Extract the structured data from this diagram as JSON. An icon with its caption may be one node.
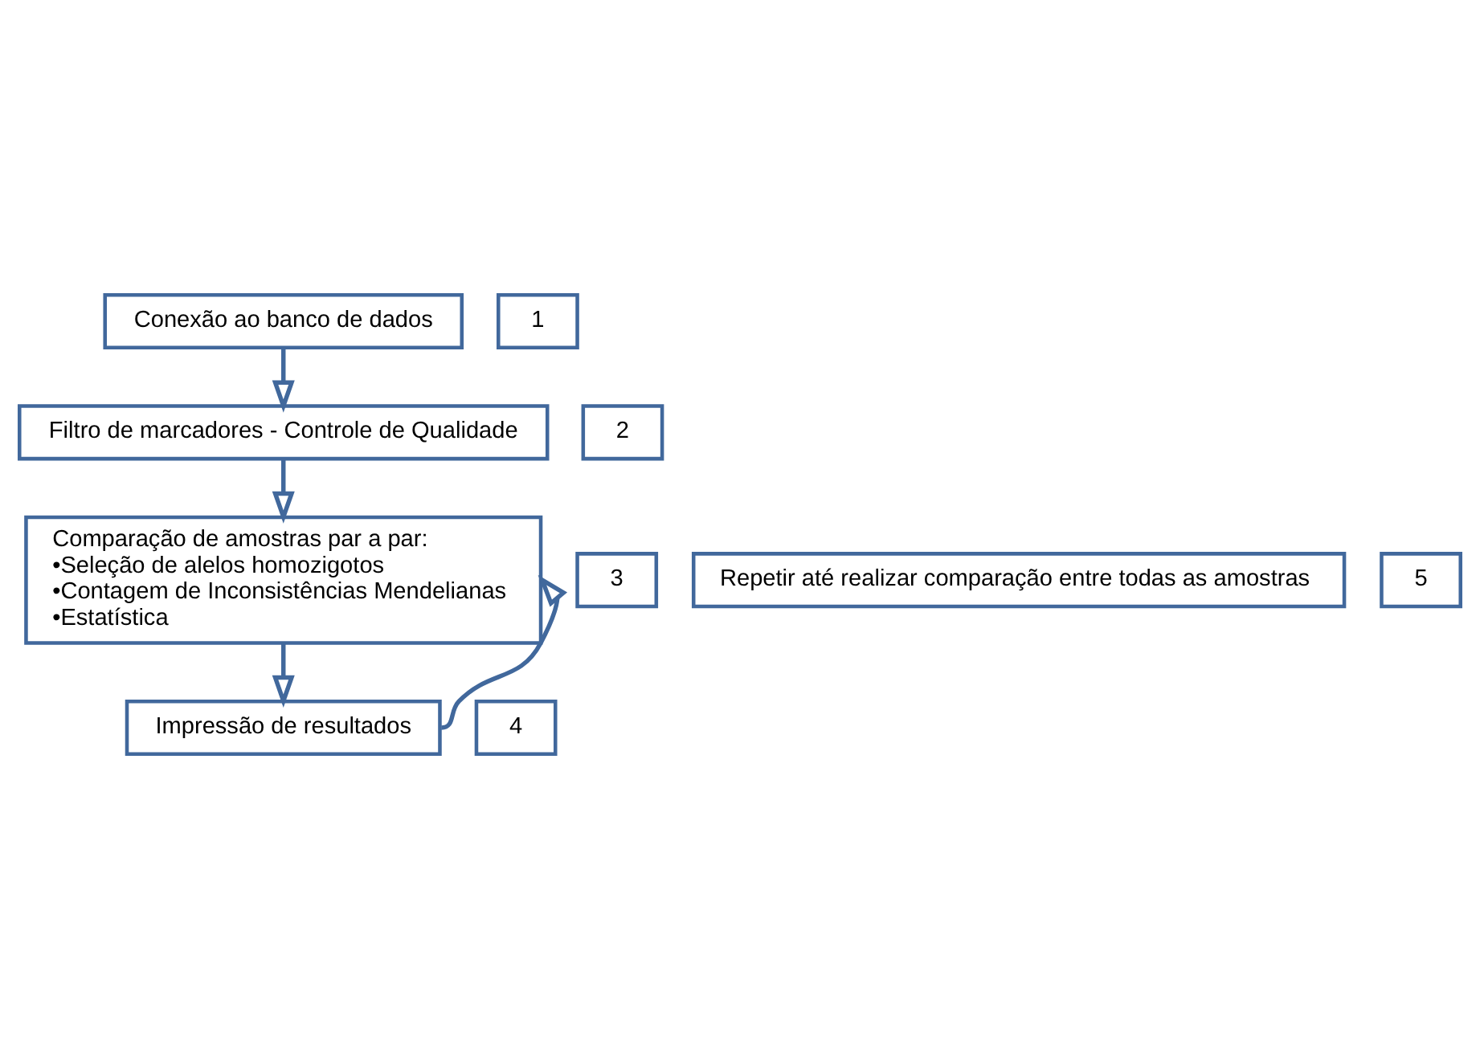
{
  "diagram": {
    "nodes": [
      {
        "text": [
          "Conexão ao banco de dados"
        ]
      },
      {
        "text": [
          "1"
        ]
      },
      {
        "text": [
          "Filtro de marcadores - Controle de Qualidade"
        ]
      },
      {
        "text": [
          "2"
        ]
      },
      {
        "text": [
          "Comparação de amostras par a par:",
          "•Seleção de alelos homozigotos",
          "•Contagem de Inconsistências Mendelianas",
          "•Estatística"
        ]
      },
      {
        "text": [
          "3"
        ]
      },
      {
        "text": [
          "Repetir até realizar comparação entre todas as amostras"
        ]
      },
      {
        "text": [
          "5"
        ]
      },
      {
        "text": [
          "Impressão de resultados"
        ]
      },
      {
        "text": [
          "4"
        ]
      }
    ],
    "edges": [
      {
        "from": 0,
        "to": 2,
        "arrow": "to"
      },
      {
        "from": 2,
        "to": 4,
        "arrow": "to"
      },
      {
        "from": 4,
        "to": 8,
        "arrow": "to"
      },
      {
        "from": 8,
        "to": 4,
        "arrow": "to"
      }
    ]
  }
}
